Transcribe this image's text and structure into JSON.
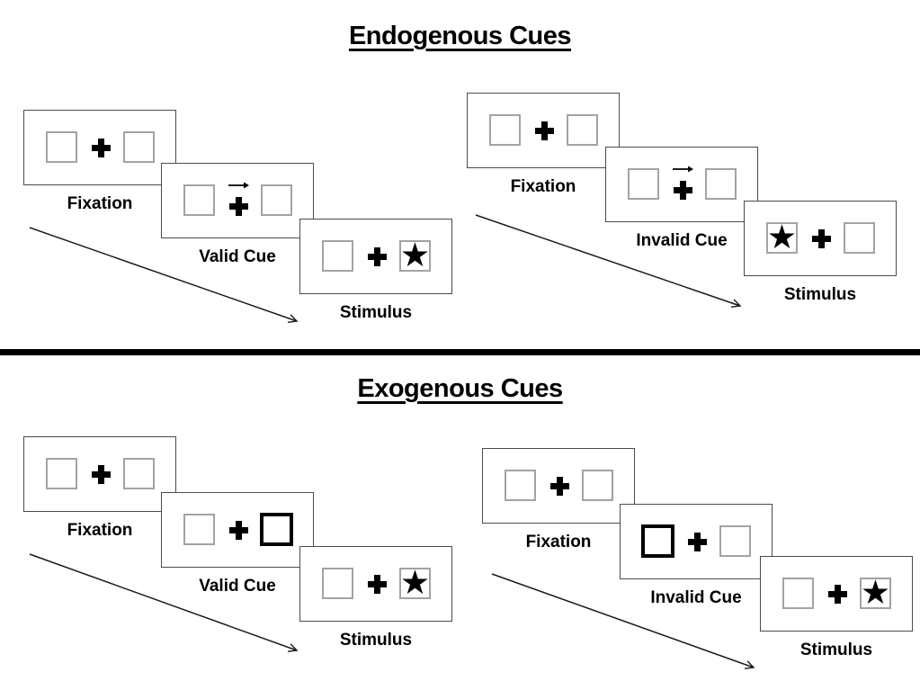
{
  "page": {
    "background": "#ffffff"
  },
  "colors": {
    "ink": "#000000",
    "panel_border": "#4b4b4b",
    "placeholder_box_border": "#a3a3a3",
    "cue_box_border": "#000000",
    "divider": "#000000"
  },
  "icons": {
    "star_glyph": "★",
    "star_name": "target-star-icon",
    "fixation_cross_name": "fixation-cross-icon",
    "cue_arrow_name": "right-arrow-icon",
    "sequence_arrow_name": "sequence-order-arrow"
  },
  "sections": [
    {
      "title": "Endogenous Cues",
      "trials": [
        {
          "name": "valid",
          "panels": [
            {
              "label": "Fixation",
              "left": "empty",
              "right": "empty",
              "cue_arrow": false
            },
            {
              "label": "Valid Cue",
              "left": "empty",
              "right": "empty",
              "cue_arrow": true
            },
            {
              "label": "Stimulus",
              "left": "empty",
              "right": "star",
              "cue_arrow": false
            }
          ]
        },
        {
          "name": "invalid",
          "panels": [
            {
              "label": "Fixation",
              "left": "empty",
              "right": "empty",
              "cue_arrow": false
            },
            {
              "label": "Invalid Cue",
              "left": "empty",
              "right": "empty",
              "cue_arrow": true
            },
            {
              "label": "Stimulus",
              "left": "star",
              "right": "empty",
              "cue_arrow": false
            }
          ]
        }
      ]
    },
    {
      "title": "Exogenous Cues",
      "trials": [
        {
          "name": "valid",
          "panels": [
            {
              "label": "Fixation",
              "left": "empty",
              "right": "empty",
              "cue_arrow": false
            },
            {
              "label": "Valid Cue",
              "left": "empty",
              "right": "cue-box",
              "cue_arrow": false
            },
            {
              "label": "Stimulus",
              "left": "empty",
              "right": "star",
              "cue_arrow": false
            }
          ]
        },
        {
          "name": "invalid",
          "panels": [
            {
              "label": "Fixation",
              "left": "empty",
              "right": "empty",
              "cue_arrow": false
            },
            {
              "label": "Invalid Cue",
              "left": "cue-box",
              "right": "empty",
              "cue_arrow": false
            },
            {
              "label": "Stimulus",
              "left": "empty",
              "right": "star",
              "cue_arrow": false
            }
          ]
        }
      ]
    }
  ]
}
